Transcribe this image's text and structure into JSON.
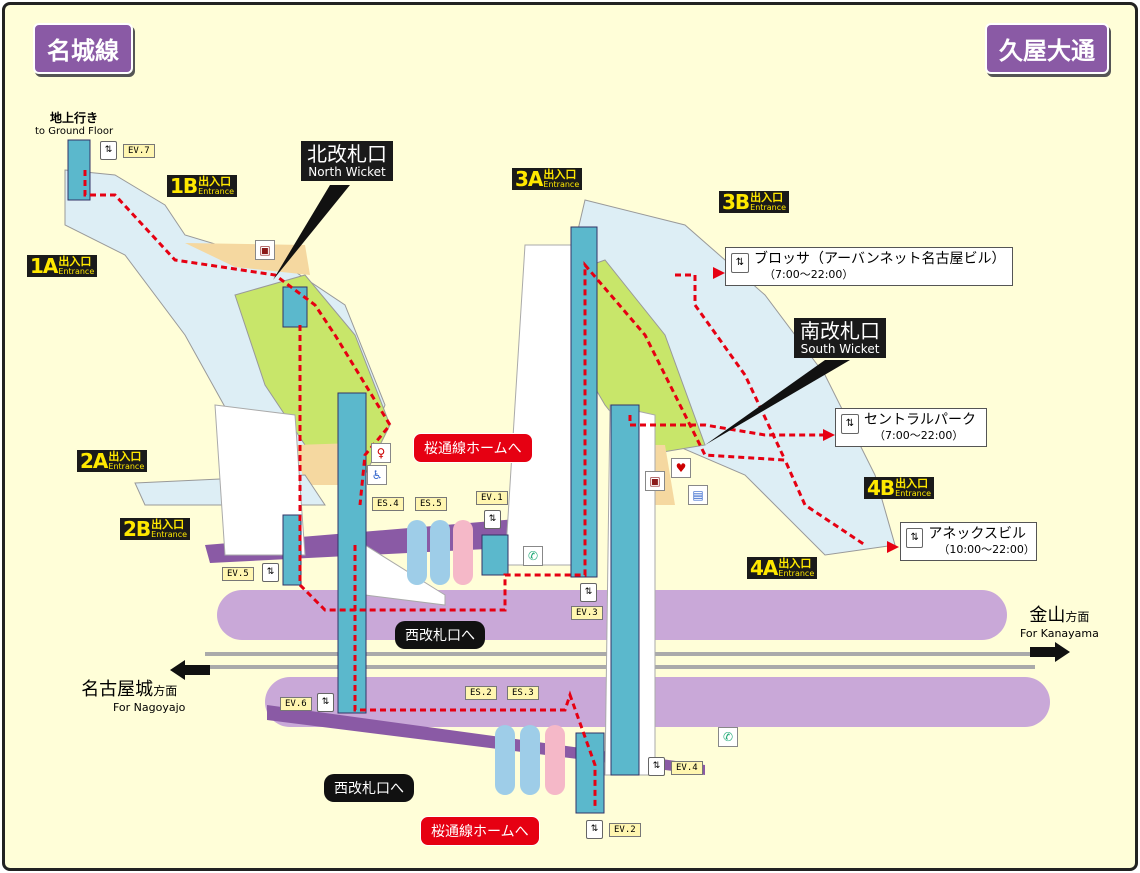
{
  "line_name": "名城線",
  "station_name": "久屋大通",
  "ground": {
    "jp": "地上行き",
    "en": "to Ground Floor"
  },
  "wickets": {
    "north": {
      "jp": "北改札口",
      "en": "North Wicket"
    },
    "south": {
      "jp": "南改札口",
      "en": "South Wicket"
    }
  },
  "entrances": [
    {
      "num": "1A",
      "jp": "出入口",
      "en": "Entrance"
    },
    {
      "num": "1B",
      "jp": "出入口",
      "en": "Entrance"
    },
    {
      "num": "2A",
      "jp": "出入口",
      "en": "Entrance"
    },
    {
      "num": "2B",
      "jp": "出入口",
      "en": "Entrance"
    },
    {
      "num": "3A",
      "jp": "出入口",
      "en": "Entrance"
    },
    {
      "num": "3B",
      "jp": "出入口",
      "en": "Entrance"
    },
    {
      "num": "4A",
      "jp": "出入口",
      "en": "Entrance"
    },
    {
      "num": "4B",
      "jp": "出入口",
      "en": "Entrance"
    }
  ],
  "buildings": [
    {
      "name": "ブロッサ（アーバンネット名古屋ビル）",
      "hours": "（7:00～22:00）"
    },
    {
      "name": "セントラルパーク",
      "hours": "（7:00～22:00）"
    },
    {
      "name": "アネックスビル",
      "hours": "（10:00～22:00）"
    }
  ],
  "transfer_labels": {
    "sakuradori": "桜通線ホームへ",
    "west_wicket": "西改札口へ"
  },
  "elevators": [
    "EV.1",
    "EV.2",
    "EV.3",
    "EV.4",
    "EV.5",
    "EV.6",
    "EV.7"
  ],
  "escalators": [
    "ES.2",
    "ES.3",
    "ES.4",
    "ES.5"
  ],
  "directions": {
    "kanayama": {
      "jp": "金山",
      "suffix": "方面",
      "en": "For Kanayama"
    },
    "nagoyajo": {
      "jp": "名古屋城",
      "suffix": "方面",
      "en": "For Nagoyajo"
    }
  },
  "colors": {
    "background": "#fffed8",
    "line_purple": "#8a5aa5",
    "platform": "#c9a8d8",
    "concourse": "#ddeef5",
    "fare_area": "#c8e66a",
    "elevator": "#5bb8cc",
    "route": "#e60012"
  }
}
